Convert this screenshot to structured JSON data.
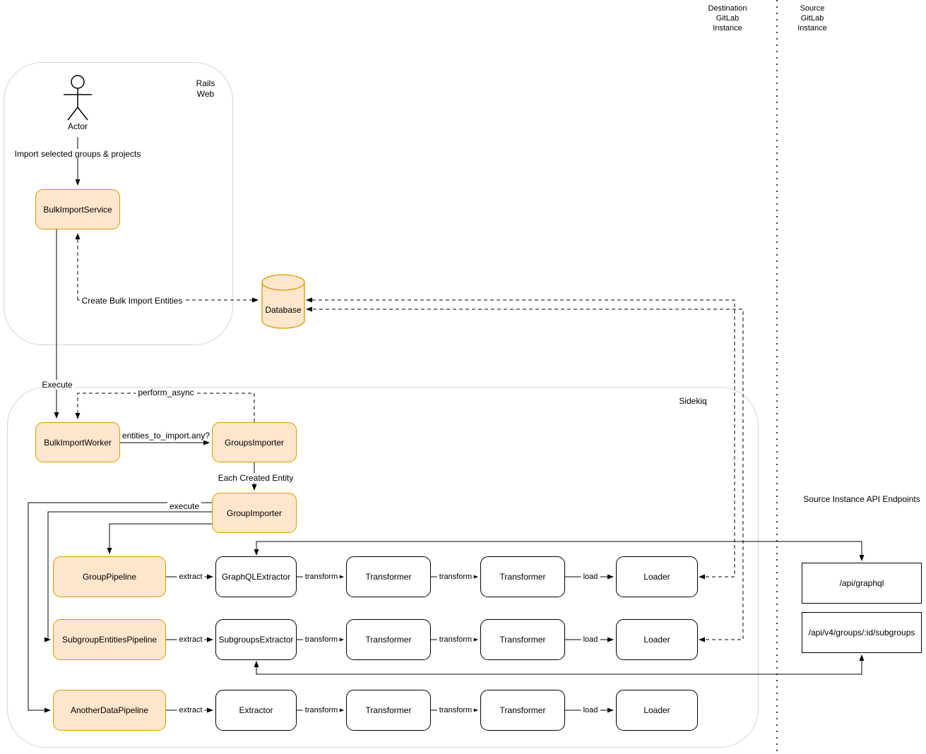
{
  "lanes": {
    "destination": "Destination\nGitLab\nInstance",
    "source": "Source\nGitLab\nInstance"
  },
  "containers": {
    "rails_web": "Rails\nWeb",
    "sidekiq": "Sidekiq"
  },
  "actor": {
    "label": "Actor"
  },
  "nodes": {
    "bulk_import_service": "BulkImportService",
    "database": "Database",
    "bulk_import_worker": "BulkImportWorker",
    "groups_importer": "GroupsImporter",
    "group_importer": "GroupImporter"
  },
  "edge_labels": {
    "import_selected": "Import selected groups & projects",
    "create_entities": "Create Bulk Import Entities",
    "execute": "Execute",
    "perform_async": "perform_async",
    "entities_any": "entities_to_import.any?",
    "each_created": "Each Created Entity",
    "group_importer_execute": "execute"
  },
  "stage_labels": {
    "extract": "extract",
    "transform": "transform",
    "load": "load"
  },
  "pipelines": {
    "rows": [
      {
        "pipeline": "GroupPipeline",
        "extractor": "GraphQLExtractor",
        "transformer1": "Transformer",
        "transformer2": "Transformer",
        "loader": "Loader"
      },
      {
        "pipeline": "SubgroupEntitiesPipeline",
        "extractor": "SubgroupsExtractor",
        "transformer1": "Transformer",
        "transformer2": "Transformer",
        "loader": "Loader"
      },
      {
        "pipeline": "AnotherDataPipeline",
        "extractor": "Extractor",
        "transformer1": "Transformer",
        "transformer2": "Transformer",
        "loader": "Loader"
      }
    ]
  },
  "api": {
    "title": "Source Instance API Endpoints",
    "endpoints": [
      "/api/graphql",
      "/api/v4/groups/:id/subgroups"
    ]
  },
  "colors": {
    "accent_fill": "#FFE6CC",
    "accent_stroke": "#D79B00",
    "edge_stroke": "#000000",
    "container_stroke": "#D5D5D5"
  }
}
